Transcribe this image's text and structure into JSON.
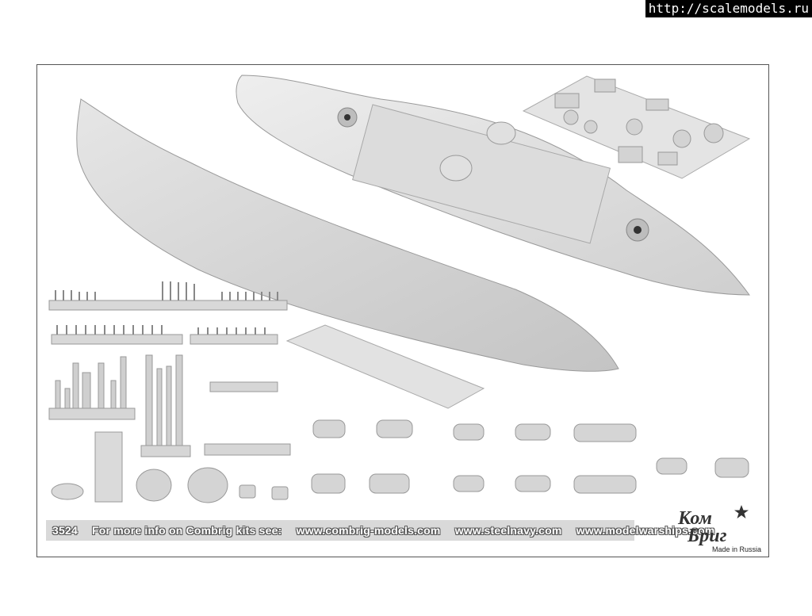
{
  "watermark": {
    "url": "http://scalemodels.ru"
  },
  "footer": {
    "kit_number": "3524",
    "info_text": "For more info on Combrig kits see:",
    "link_1": "www.combrig-models.com",
    "link_2": "www.steelnavy.com",
    "link_3": "www.modelwarships.com"
  },
  "logo": {
    "line_1": "Ком",
    "line_2": "Бриг",
    "made_in": "Made in Russia"
  }
}
